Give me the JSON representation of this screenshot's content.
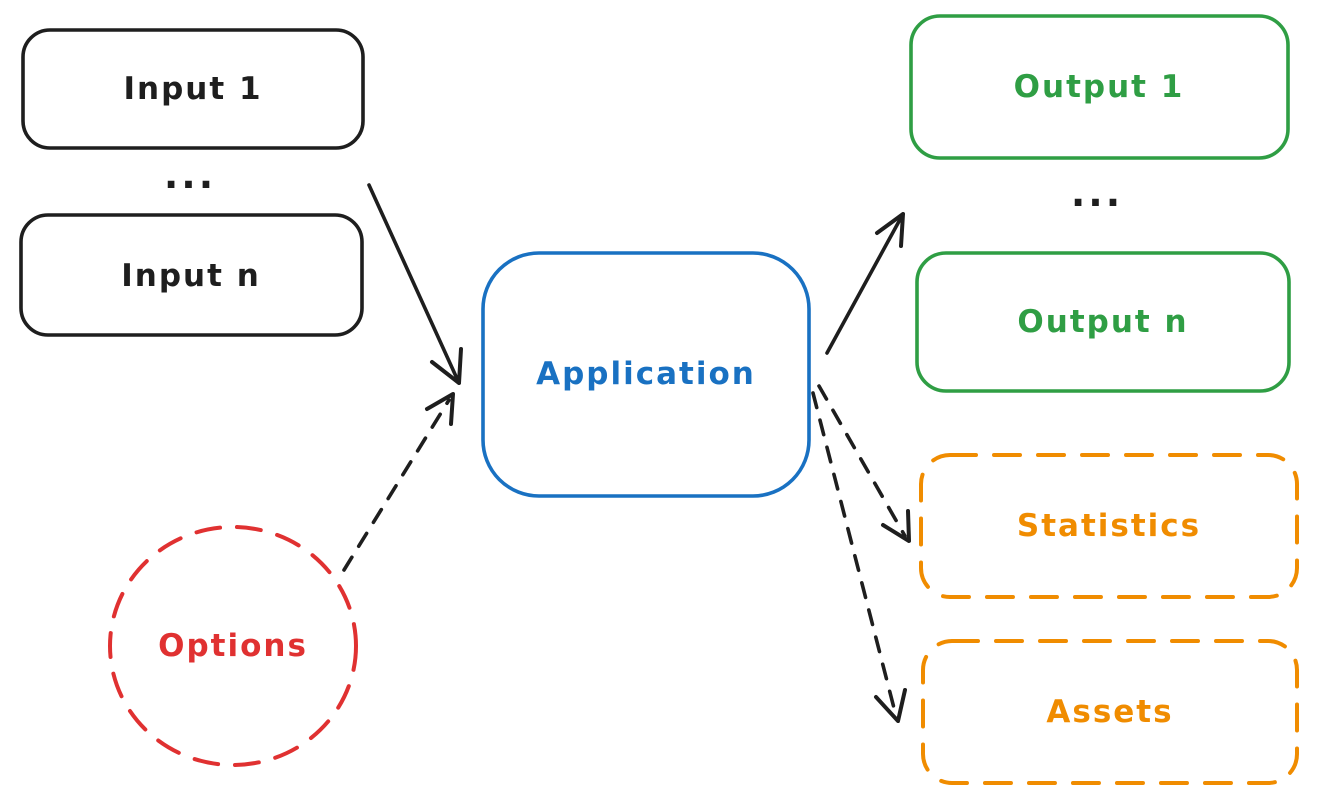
{
  "colors": {
    "black": "#1e1e1e",
    "blue": "#1971c2",
    "green": "#2f9e44",
    "orange": "#f08c00",
    "red": "#e03131"
  },
  "nodes": {
    "input1": {
      "label": "Input 1"
    },
    "input_more": {
      "label": "..."
    },
    "inputn": {
      "label": "Input n"
    },
    "application": {
      "label": "Application"
    },
    "output1": {
      "label": "Output 1"
    },
    "output_more": {
      "label": "..."
    },
    "outputn": {
      "label": "Output n"
    },
    "statistics": {
      "label": "Statistics"
    },
    "assets": {
      "label": "Assets"
    },
    "options": {
      "label": "Options"
    }
  },
  "edges": [
    {
      "from": "Inputs",
      "to": "Application",
      "style": "solid"
    },
    {
      "from": "Options",
      "to": "Application",
      "style": "dashed"
    },
    {
      "from": "Application",
      "to": "Outputs",
      "style": "solid"
    },
    {
      "from": "Application",
      "to": "Statistics",
      "style": "dashed"
    },
    {
      "from": "Application",
      "to": "Assets",
      "style": "dashed"
    }
  ]
}
